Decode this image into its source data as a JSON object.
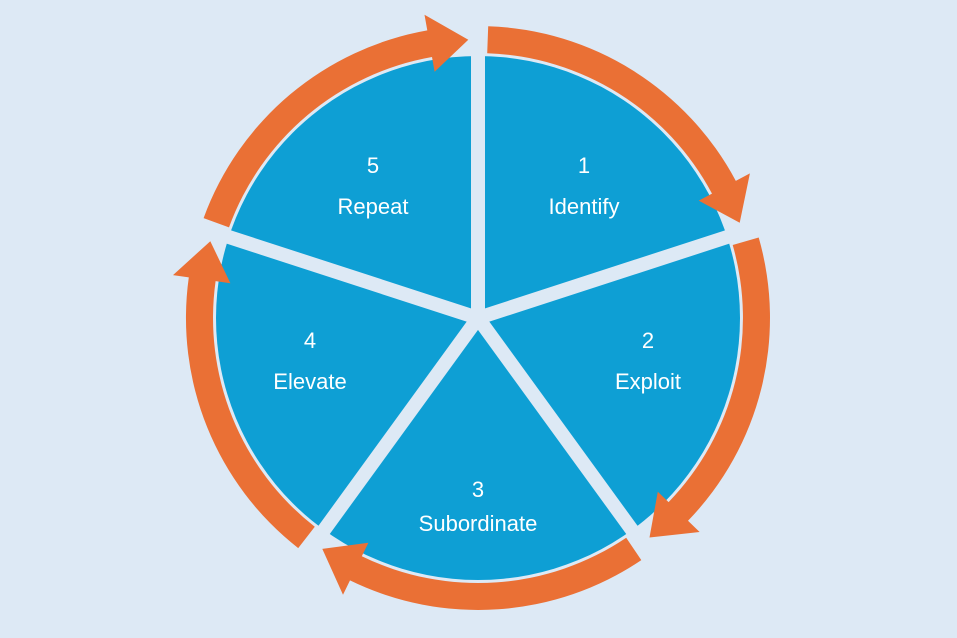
{
  "colors": {
    "background": "#dde9f5",
    "segment": "#0e9fd4",
    "arrow": "#ea7035"
  },
  "steps": [
    {
      "number": "1",
      "name": "Identify"
    },
    {
      "number": "2",
      "name": "Exploit"
    },
    {
      "number": "3",
      "name": "Subordinate"
    },
    {
      "number": "4",
      "name": "Elevate"
    },
    {
      "number": "5",
      "name": "Repeat"
    }
  ]
}
